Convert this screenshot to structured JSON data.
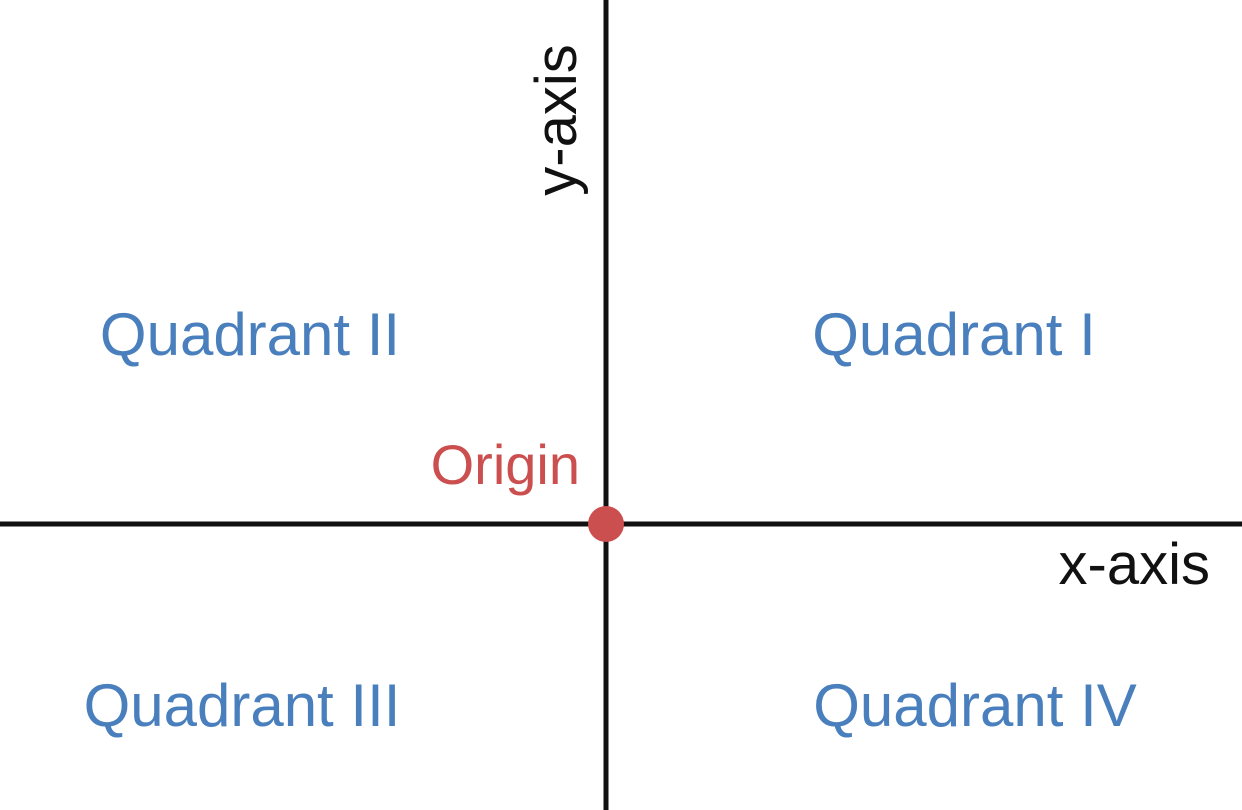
{
  "diagram": {
    "axes": {
      "x_label": "x-axis",
      "y_label": "y-axis"
    },
    "origin": {
      "label": "Origin"
    },
    "quadrants": {
      "I": "Quadrant I",
      "II": "Quadrant II",
      "III": "Quadrant III",
      "IV": "Quadrant IV"
    }
  },
  "colors": {
    "axis": "#111111",
    "quadrant_text": "#4a7fbd",
    "origin": "#cc4f4f",
    "background": "#ffffff"
  }
}
